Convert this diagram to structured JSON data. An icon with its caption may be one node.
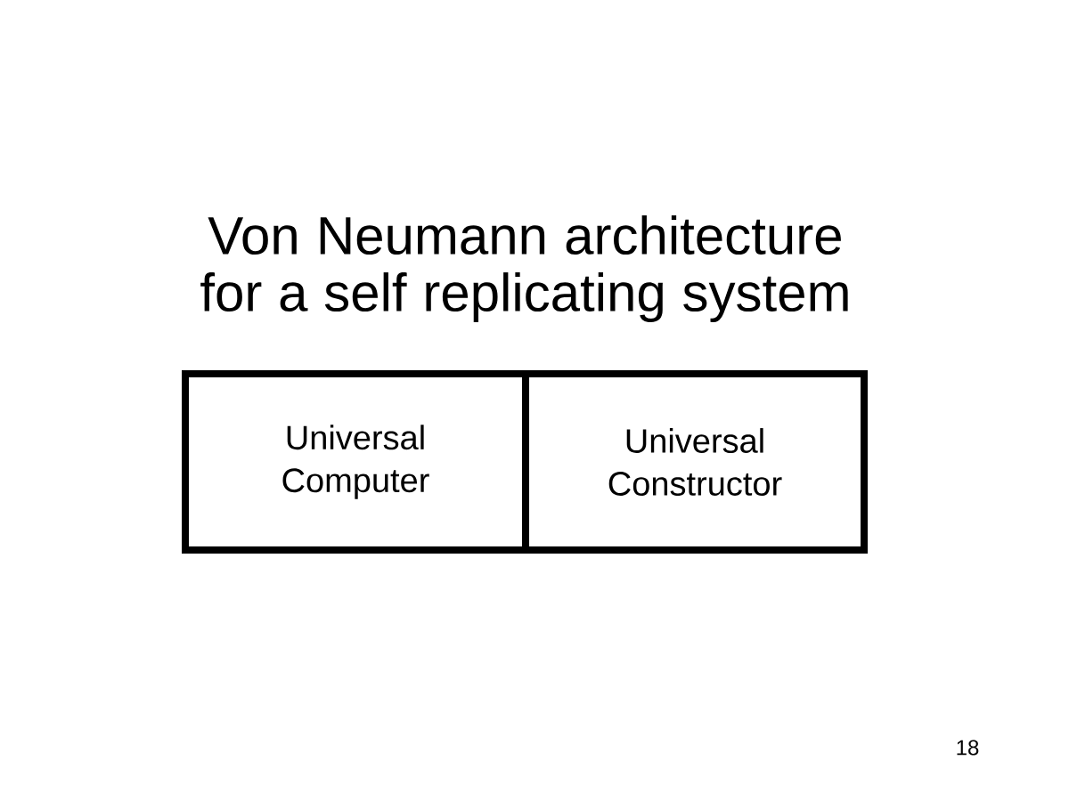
{
  "diagram": {
    "title": "Von Neumann architecture for a self replicating system",
    "nodes": [
      {
        "text": [
          "Universal Computer"
        ]
      },
      {
        "text": [
          "Universal Constructor"
        ]
      }
    ],
    "labels": [
      "18"
    ]
  }
}
